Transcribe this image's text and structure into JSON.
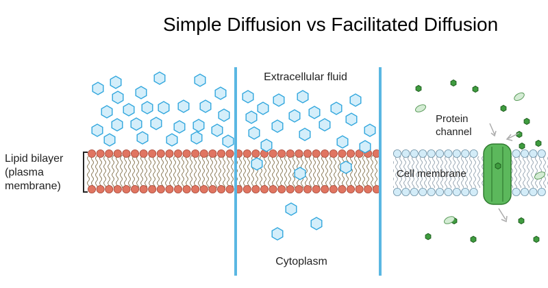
{
  "title": "Simple Diffusion vs Facilitated Diffusion",
  "labels": {
    "extracellular": "Extracellular fluid",
    "cytoplasm": "Cytoplasm",
    "lipid_line1": "Lipid bilayer",
    "lipid_line2": "(plasma",
    "lipid_line3": "membrane)",
    "protein_line1": "Protein",
    "protein_line2": "channel",
    "cell_membrane": "Cell membrane"
  },
  "colors": {
    "hexagon_fill": "#d4eefa",
    "hexagon_stroke": "#2fa6dd",
    "divider": "#5ab7e2",
    "head_red": "#e07561",
    "head_blue": "#d3ecf8",
    "protein_green": "#5cb85c",
    "molecule_green": "#3f9c3f"
  }
}
